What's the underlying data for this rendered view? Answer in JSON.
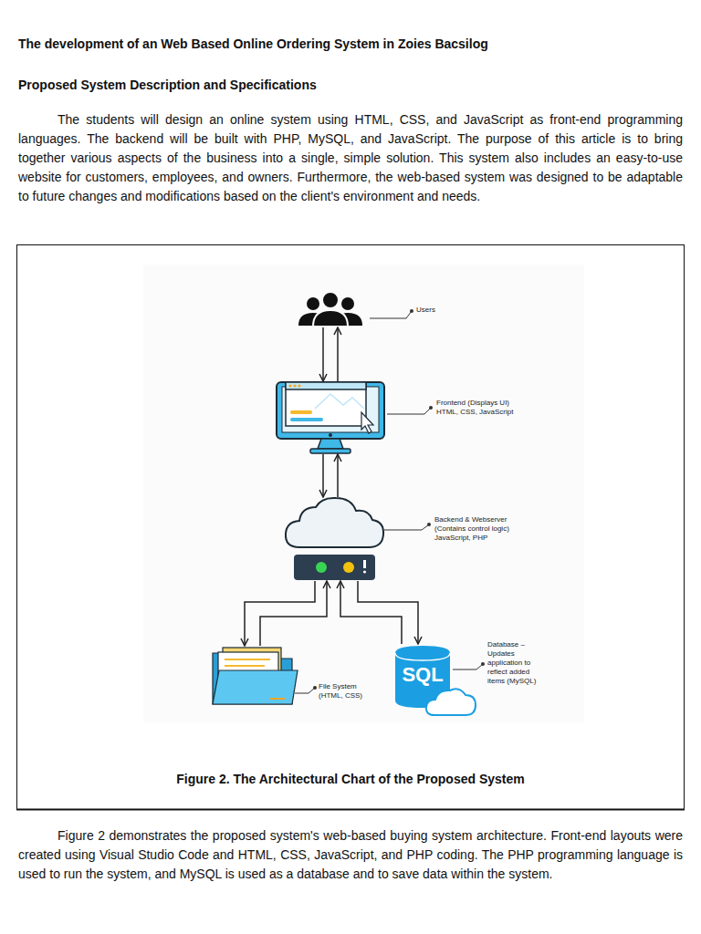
{
  "diagram": {
    "title": "The development of an Web Based Online Ordering System in Zoies Bacsilog",
    "caption": "Figure 2. The Architectural Chart of the Proposed System",
    "nodes": [
      {
        "text": [
          "Users"
        ]
      },
      {
        "text": [
          "Frontend (Displays UI) HTML, CSS, JavaScript"
        ]
      },
      {
        "text": [
          "Backend & Webserver (Contains control logic) JavaScript, PHP"
        ]
      },
      {
        "text": [
          "File System (HTML, CSS)"
        ]
      },
      {
        "text": [
          "SQL",
          "Database – Updates application to reflect added items (MySQL)"
        ]
      }
    ],
    "edges": [
      {
        "from": 0,
        "to": 1,
        "arrow": "to"
      },
      {
        "from": 1,
        "to": 0,
        "arrow": "to"
      },
      {
        "from": 1,
        "to": 2,
        "arrow": "to"
      },
      {
        "from": 2,
        "to": 1,
        "arrow": "to"
      },
      {
        "from": 2,
        "to": 3,
        "arrow": "to"
      },
      {
        "from": 3,
        "to": 2,
        "arrow": "to"
      },
      {
        "from": 2,
        "to": 4,
        "arrow": "to"
      },
      {
        "from": 4,
        "to": 2,
        "arrow": "to"
      }
    ],
    "labels": [
      "Proposed System Description and Specifications",
      "The students will design an online system using HTML, CSS, and JavaScript as front-end programming languages. The backend will be built with PHP, MySQL, and JavaScript. The purpose of this article is to bring together various aspects of the business into a single, simple solution. This system also includes an easy-to-use website for customers, employees, and owners. Furthermore, the web-based system was designed to be adaptable to future changes and modifications based on the client's environment and needs.",
      "Figure 2 demonstrates the proposed system's web-based buying system architecture. Front-end layouts were created using Visual Studio Code and HTML, CSS, JavaScript, and PHP coding. The PHP programming language is used to run the system, and MySQL is used as a database and to save data within the system."
    ]
  }
}
